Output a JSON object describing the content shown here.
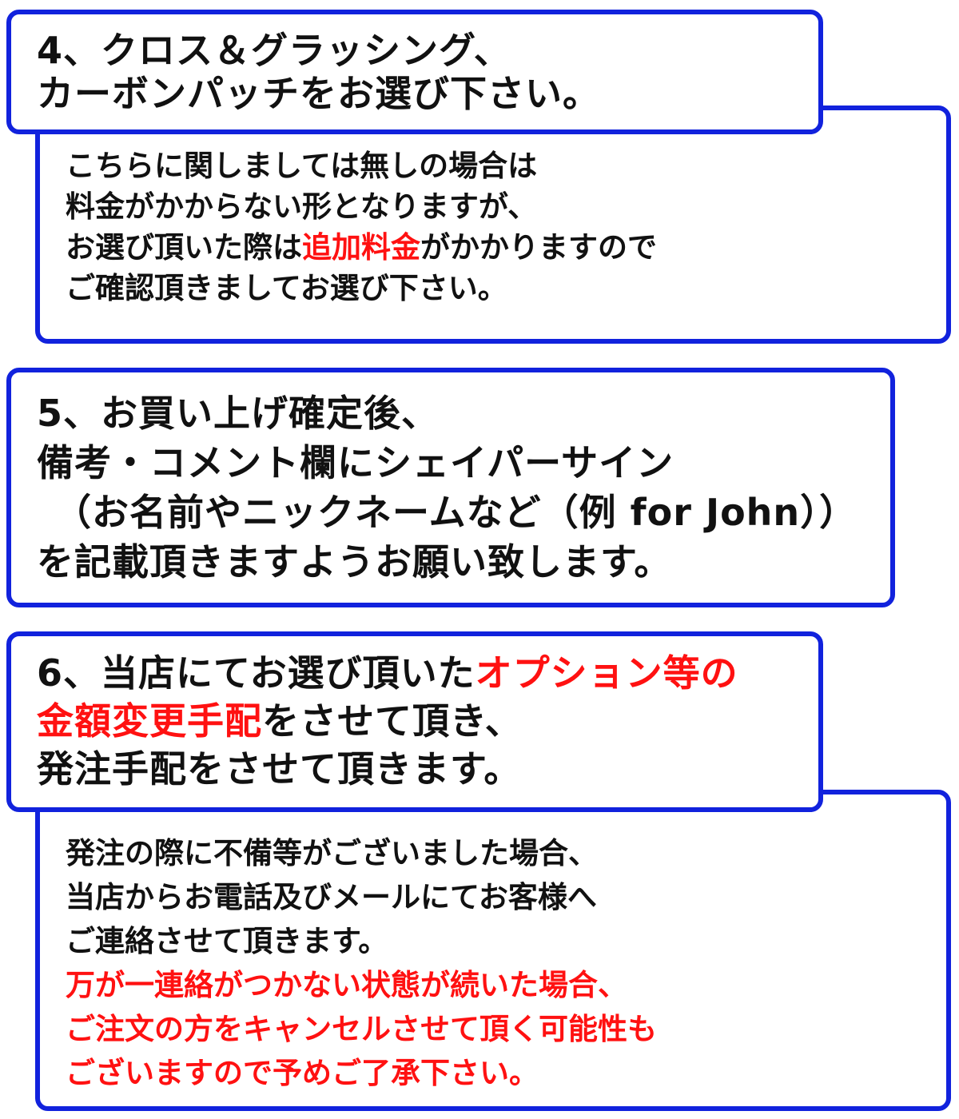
{
  "section4": {
    "heading": [
      "4、クロス＆グラッシング、",
      "カーボンパッチをお選び下さい。"
    ],
    "body": {
      "line1": "こちらに関しましては無しの場合は",
      "line2": "料金がかからない形となりますが、",
      "line3_pre": "お選び頂いた際は",
      "line3_red": "追加料金",
      "line3_post": "がかかりますので",
      "line4": "ご確認頂きましてお選び下さい。"
    }
  },
  "section5": {
    "heading": [
      "5、お買い上げ確定後、",
      "備考・コメント欄にシェイパーサイン",
      "（お名前やニックネームなど（例 for John））",
      "を記載頂きますようお願い致します。"
    ]
  },
  "section6": {
    "heading": {
      "line1_pre": "6、当店にてお選び頂いた",
      "line1_red": "オプション等の",
      "line2_red": "金額変更手配",
      "line2_post": "をさせて頂き、",
      "line3": "発注手配をさせて頂きます。"
    },
    "body": {
      "line1": "発注の際に不備等がございました場合、",
      "line2": "当店からお電話及びメールにてお客様へ",
      "line3": "ご連絡させて頂きます。",
      "red_lines": [
        "万が一連絡がつかない状態が続いた場合、",
        "ご注文の方をキャンセルさせて頂く可能性も",
        "ございますので予めご了承下さい。"
      ]
    }
  },
  "colors": {
    "border": "#1122dd",
    "accent_red": "#ff1111",
    "text": "#111111"
  }
}
